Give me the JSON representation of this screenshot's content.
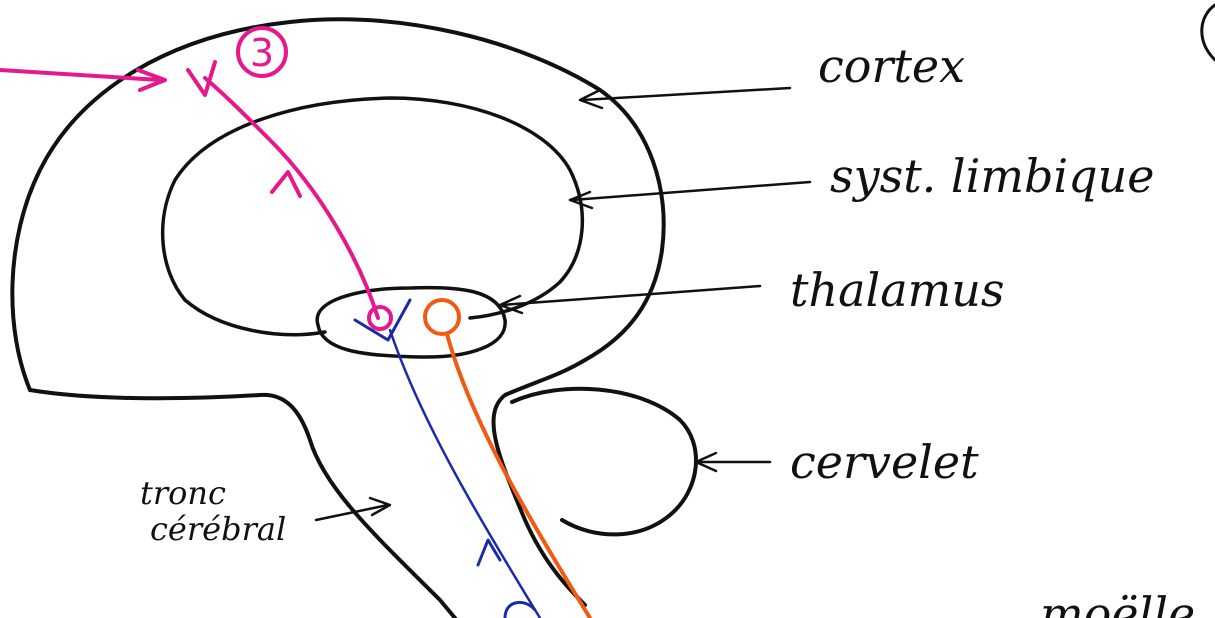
{
  "labels": {
    "cortex": "cortex",
    "limbic": "syst. limbique",
    "thalamus": "thalamus",
    "cerebellum": "cervelet",
    "brainstem_line1": "tronc",
    "brainstem_line2": "cérébral",
    "spinal_cord_partial": "moëlle",
    "pathway_number": "3"
  },
  "colors": {
    "ink": "#111111",
    "pink_pathway": "#e6188c",
    "blue_pathway": "#1b2aa8",
    "orange_pathway": "#f05a12"
  }
}
